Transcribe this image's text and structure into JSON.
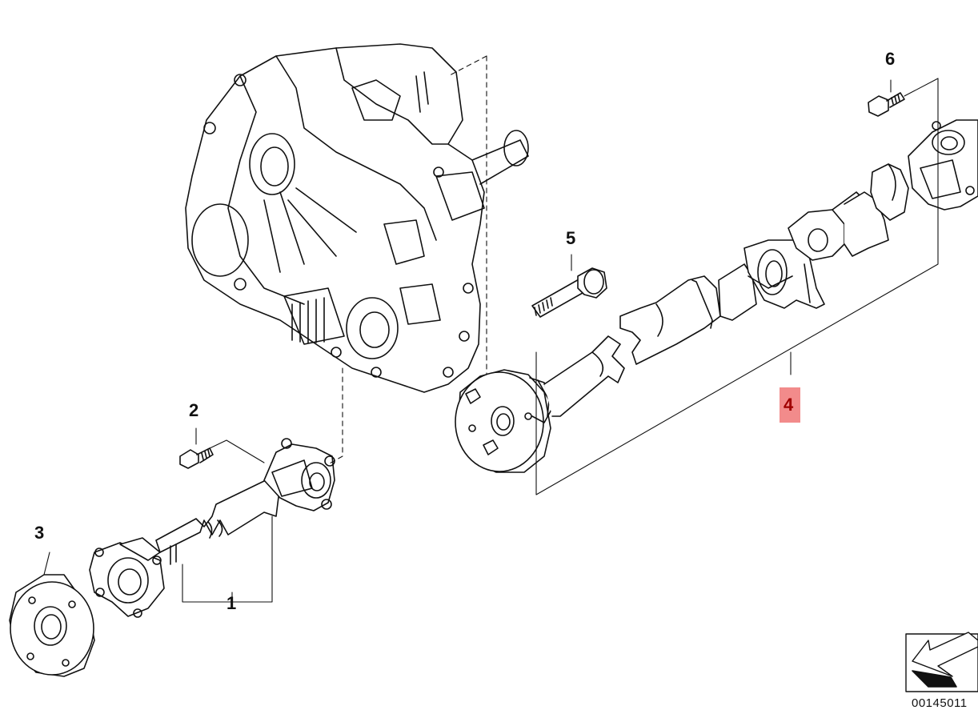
{
  "callouts": {
    "c1": "1",
    "c2": "2",
    "c3": "3",
    "c4": "4",
    "c5": "5",
    "c6": "6"
  },
  "highlight_color": "#f28b8b",
  "diagram_id": "00145011",
  "icons": {
    "orientation": "arrow-icon"
  }
}
